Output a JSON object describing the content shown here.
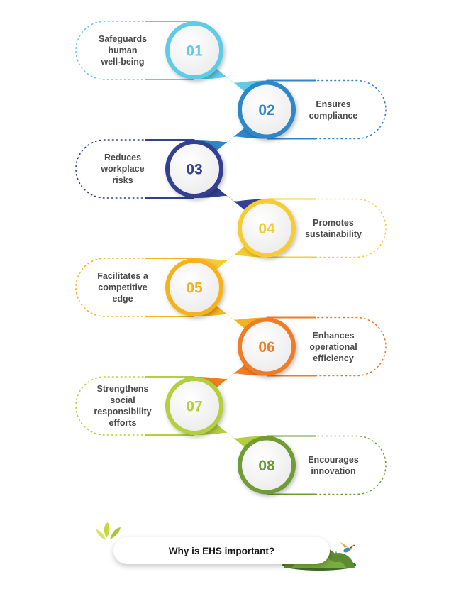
{
  "title": "Why is EHS important?",
  "steps": [
    {
      "number": "01",
      "label": "Safeguards\nhuman\nwell-being",
      "color": "#5fcbe7",
      "side": "left"
    },
    {
      "number": "02",
      "label": "Ensures\ncompliance",
      "color": "#2f86cb",
      "side": "right"
    },
    {
      "number": "03",
      "label": "Reduces\nworkplace\nrisks",
      "color": "#33418f",
      "side": "left"
    },
    {
      "number": "04",
      "label": "Promotes\nsustainability",
      "color": "#f6cc32",
      "side": "right"
    },
    {
      "number": "05",
      "label": "Facilitates a\ncompetitive\nedge",
      "color": "#f6b21e",
      "side": "left"
    },
    {
      "number": "06",
      "label": "Enhances\noperational\nefficiency",
      "color": "#ee7d25",
      "side": "right"
    },
    {
      "number": "07",
      "label": "Strengthens\nsocial\nresponsibility\nefforts",
      "color": "#b4ce3c",
      "side": "left"
    },
    {
      "number": "08",
      "label": "Encourages\ninnovation",
      "color": "#6f9b35",
      "side": "right"
    }
  ],
  "decor": {
    "leaf_icon": "leaf-sprout-icon",
    "bird_icon": "hummingbird-icon",
    "grass_icon": "grass-bush-icon"
  }
}
